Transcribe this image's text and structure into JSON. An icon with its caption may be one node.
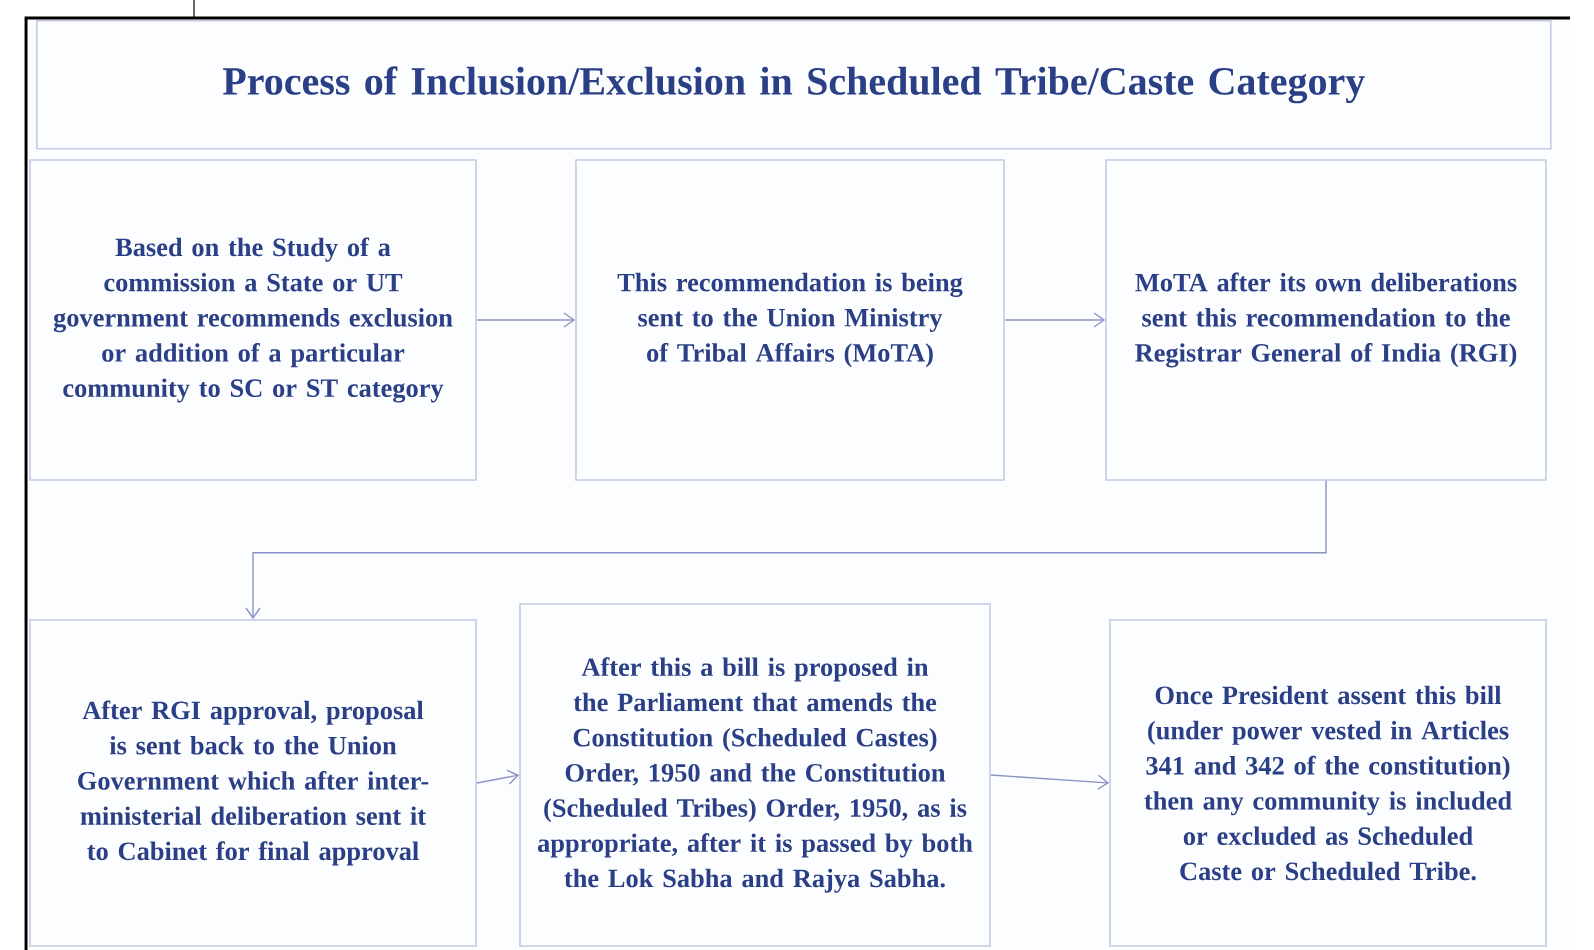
{
  "diagram": {
    "title": "Process of Inclusion/Exclusion in Scheduled Tribe/Caste Category",
    "nodes": [
      {
        "text": [
          "Based on the Study of a commission a State or UT government recommends exclusion or addition of a particular community to SC or ST category"
        ]
      },
      {
        "text": [
          "This recommendation is being sent to the Union Ministry of Tribal Affairs (MoTA)"
        ]
      },
      {
        "text": [
          "MoTA after its own deliberations sent this recommendation to the Registrar General of India (RGI)"
        ]
      },
      {
        "text": [
          "After RGI approval, proposal is sent back to the Union Government which after inter-ministerial deliberation sent it to Cabinet for final approval"
        ]
      },
      {
        "text": [
          "After this a bill is proposed in the Parliament that amends the Constitution (Scheduled Castes) Order, 1950 and the Constitution (Scheduled Tribes) Order, 1950, as is appropriate, after it is passed by both the Lok Sabha and Rajya Sabha."
        ]
      },
      {
        "text": [
          "Once President assent this bill (under power vested in Articles 341 and 342 of the constitution) then any community is included or excluded as Scheduled Caste or Scheduled Tribe."
        ]
      }
    ],
    "edges": [
      {
        "from": 0,
        "to": 1,
        "arrow": "to"
      },
      {
        "from": 1,
        "to": 2,
        "arrow": "to"
      },
      {
        "from": 2,
        "to": 3,
        "arrow": "to"
      },
      {
        "from": 3,
        "to": 4,
        "arrow": "to"
      },
      {
        "from": 4,
        "to": 5,
        "arrow": "to"
      }
    ]
  }
}
